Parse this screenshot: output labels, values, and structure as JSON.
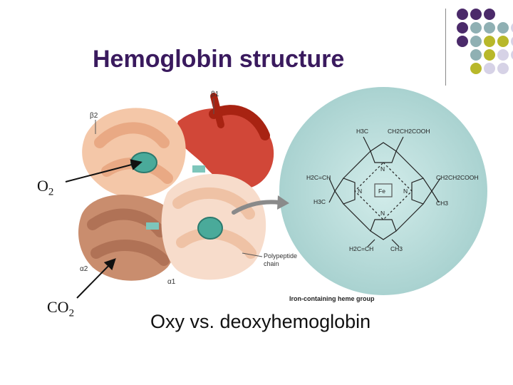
{
  "slide": {
    "title": "Hemoglobin structure",
    "subtitle": "Oxy vs. deoxyhemoglobin",
    "o2": {
      "base": "O",
      "sub": "2"
    },
    "co2": {
      "base": "CO",
      "sub": "2"
    }
  },
  "figure": {
    "labels": {
      "beta1": "β1",
      "beta2": "β2",
      "alpha1": "α1",
      "alpha2": "α2",
      "polypeptide_line1": "Polypeptide",
      "polypeptide_line2": "chain",
      "heme_caption": "Iron-containing heme group"
    },
    "heme": {
      "h3c_top": "H3C",
      "ch2ch2cooh_top": "CH2CH2COOH",
      "h2c_ch_left": "H2C=CH",
      "ch2ch2cooh_right": "CH2CH2COOH",
      "n_top": "N",
      "n_left": "N",
      "n_right": "N",
      "n_bottom": "N",
      "fe": "Fe",
      "h3c_left": "H3C",
      "ch3_right": "CH3",
      "h2c_ch_bottom": "H2C=CH",
      "ch3_bottom": "CH3"
    }
  },
  "palette": {
    "title_color": "#3a1a5e",
    "dark_purple": "#4b2a6a",
    "teal": "#8fb0b3",
    "olive": "#b8b82a",
    "lavender": "#d6d2e6",
    "heme_bg": "#bfe0df",
    "beta1_red": "#cc3322",
    "peach": "#f4c7a8",
    "tan": "#c98d6e"
  },
  "dots": [
    [
      "dark_purple",
      "dark_purple",
      "dark_purple",
      "",
      ""
    ],
    [
      "dark_purple",
      "teal",
      "teal",
      "teal",
      "lavender"
    ],
    [
      "dark_purple",
      "teal",
      "olive",
      "olive",
      "lavender"
    ],
    [
      "",
      "teal",
      "olive",
      "lavender",
      "lavender"
    ],
    [
      "",
      "olive",
      "lavender",
      "lavender",
      ""
    ]
  ]
}
